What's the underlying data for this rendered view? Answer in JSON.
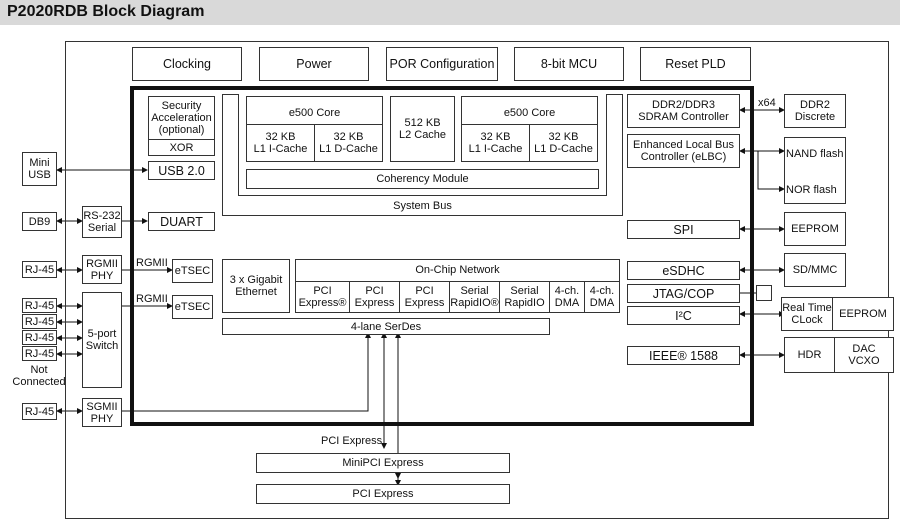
{
  "title": "P2020RDB Block Diagram",
  "top_blocks": [
    "Clocking",
    "Power",
    "POR Configuration",
    "8-bit MCU",
    "Reset PLD"
  ],
  "core_left": {
    "name": "e500 Core",
    "icache": "32 KB\nL1 I-Cache",
    "dcache": "32 KB\nL1 D-Cache"
  },
  "core_right": {
    "name": "e500 Core",
    "icache": "32 KB\nL1 I-Cache",
    "dcache": "32 KB\nL1 D-Cache"
  },
  "l2": "512 KB\nL2 Cache",
  "coherency": "Coherency Module",
  "system_bus": "System Bus",
  "security": "Security\nAcceleration\n(optional)",
  "xor": "XOR",
  "usb": "USB 2.0",
  "duart": "DUART",
  "etsec": "eTSEC",
  "gigabit": "3 x Gigabit\nEthernet",
  "onchip": "On-Chip Network",
  "onchip_blocks": [
    "PCI\nExpress®",
    "PCI\nExpress",
    "PCI\nExpress",
    "Serial\nRapidIO®",
    "Serial\nRapidIO",
    "4-ch.\nDMA",
    "4-ch.\nDMA"
  ],
  "serdes": "4-lane SerDes",
  "right_blocks": {
    "ddr": "DDR2/DDR3\nSDRAM Controller",
    "elbc": "Enhanced Local Bus\nController (eLBC)",
    "spi": "SPI",
    "esdhc": "eSDHC",
    "jtag": "JTAG/COP",
    "i2c": "I²C",
    "ieee": "IEEE® 1588"
  },
  "ext_right": {
    "x64": "x64",
    "ddr2": "DDR2\nDiscrete",
    "nand": "NAND flash",
    "nor": "NOR flash",
    "eeprom1": "EEPROM",
    "sdmmc": "SD/MMC",
    "rtc": "Real Time\nCLock",
    "eeprom2": "EEPROM",
    "hdr": "HDR",
    "dac": "DAC\nVCXO"
  },
  "ext_left": {
    "mini_usb": "Mini\nUSB",
    "db9": "DB9",
    "rs232": "RS-232\nSerial",
    "rj45": "RJ-45",
    "rgmii_phy": "RGMII\nPHY",
    "rgmii": "RGMII",
    "switch": "5-port\nSwitch",
    "not_connected": "Not\nConnected",
    "sgmii_phy": "SGMII\nPHY"
  },
  "bottom": {
    "pcie_label": "PCI Express",
    "minipci": "MiniPCI Express",
    "pcie": "PCI Express"
  }
}
